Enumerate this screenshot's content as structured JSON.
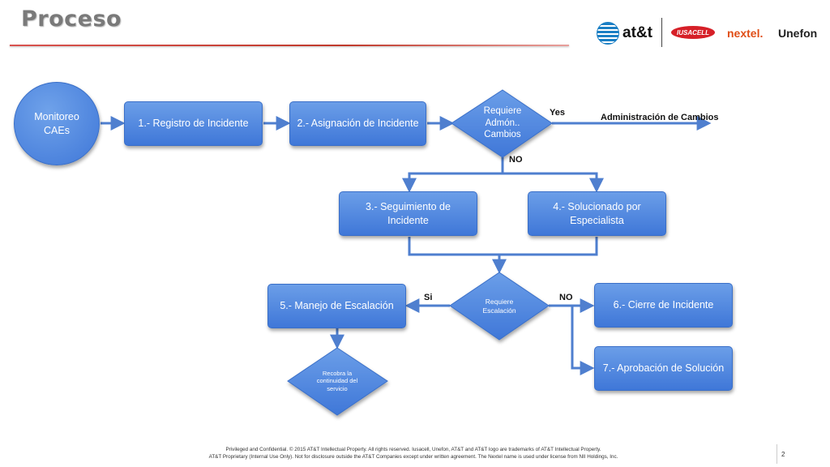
{
  "title": "Proceso",
  "logos": {
    "att": "at&t",
    "iusacell": "IUSACELL",
    "nextel": "nextel.",
    "unefon": "Unefon"
  },
  "nodes": {
    "monitoreo": "Monitoreo CAEs",
    "registro": "1.- Registro de Incidente",
    "asignacion": "2.- Asignación de Incidente",
    "requiere_admon": "Requiere Admón.. Cambios",
    "seguimiento": "3.- Seguimiento de Incidente",
    "solucionado": "4.- Solucionado por Especialista",
    "requiere_escalacion": "Requiere Escalación",
    "manejo_escalacion": "5.- Manejo de Escalación",
    "cierre": "6.- Cierre de Incidente",
    "aprobacion": "7.- Aprobación de Solución",
    "recobra": "Recobra la continuidad del servicio"
  },
  "edge_labels": {
    "yes": "Yes",
    "admin_cambios": "Administración de Cambios",
    "no_1": "NO",
    "si": "Si",
    "no_2": "NO"
  },
  "footer": {
    "line1": "Privileged and Confidential. © 2015 AT&T Intellectual Property. All rights reserved. Iusacell, Unefon, AT&T and AT&T logo are trademarks of AT&T Intellectual Property.",
    "line2": "AT&T Proprietary (Internal Use Only). Not for disclosure outside the AT&T Companies except under written agreement. The Nextel name is used under license from NII Holdings, Inc."
  },
  "page_number": "2",
  "colors": {
    "node_fill": "#4a82dc",
    "connector": "#4f7fcf",
    "title_rule": "#c0392b"
  }
}
